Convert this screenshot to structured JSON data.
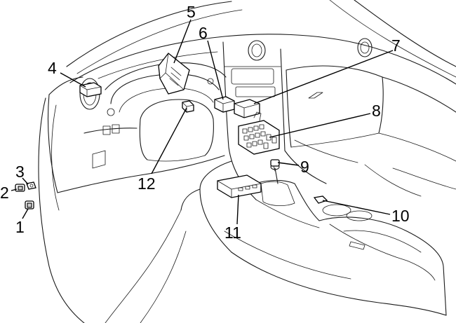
{
  "diagram": {
    "callouts": [
      {
        "id": "c1",
        "text": "1"
      },
      {
        "id": "c2",
        "text": "2"
      },
      {
        "id": "c3",
        "text": "3"
      },
      {
        "id": "c4",
        "text": "4"
      },
      {
        "id": "c5",
        "text": "5"
      },
      {
        "id": "c6",
        "text": "6"
      },
      {
        "id": "c7",
        "text": "7"
      },
      {
        "id": "c8",
        "text": "8"
      },
      {
        "id": "c9",
        "text": "9"
      },
      {
        "id": "c10",
        "text": "10"
      },
      {
        "id": "c11",
        "text": "11"
      },
      {
        "id": "c12",
        "text": "12"
      }
    ]
  }
}
